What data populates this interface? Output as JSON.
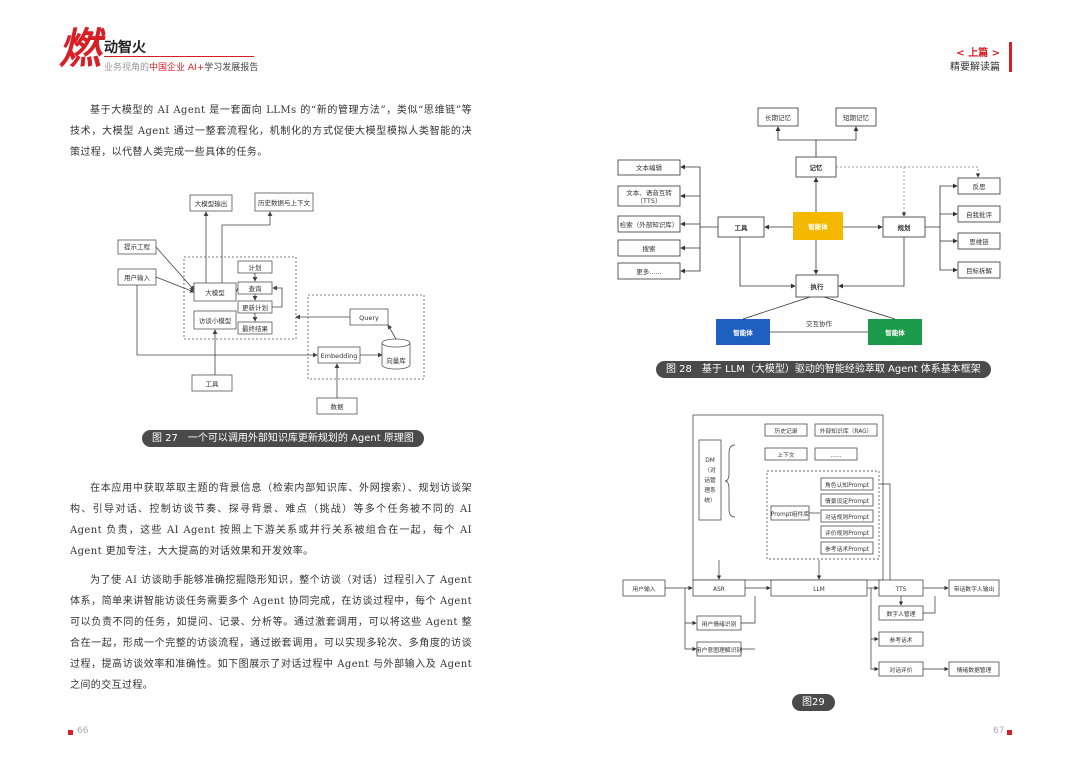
{
  "header": {
    "logo_glyph": "燃",
    "brand": "动智火",
    "subtitle_gray": "业务视角的",
    "subtitle_red": "中国企业 AI+",
    "subtitle_rest": "学习发展报告",
    "section_tag": "< 上篇 >",
    "section_title": "精要解读篇"
  },
  "left_page": {
    "para1": "基于大模型的 AI Agent 是一套面向 LLMs 的“新的管理方法”，类似“思维链”等技术，大模型 Agent 通过一整套流程化，机制化的方式促使大模型模拟人类智能的决策过程，以代替人类完成一些具体的任务。",
    "para2": "在本应用中获取萃取主题的背景信息（检索内部知识库、外网搜索）、规划访谈架构、引导对话、控制访谈节奏、探寻背景、难点（挑战）等多个任务被不同的 AI Agent 负责，这些 AI Agent 按照上下游关系或并行关系被组合在一起，每个 AI Agent 更加专注，大大提高的对话效果和开发效率。",
    "para3": "为了使 AI 访谈助手能够准确挖掘隐形知识，整个访谈（对话）过程引入了 Agent 体系，简单来讲智能访谈任务需要多个 Agent 协同完成，在访谈过程中，每个 Agent 可以负责不同的任务，如提问、记录、分析等。通过激套调用，可以将这些 Agent 整合在一起，形成一个完整的访谈流程，通过嵌套调用，可以实现多轮次、多角度的访谈过程，提高访谈效率和准确性。如下图展示了对话过程中 Agent 与外部输入及 Agent 之间的交互过程。",
    "fig27": {
      "model_output": "大模型输出",
      "history": "历史数据与上下文",
      "prompt_eng": "提示工程",
      "user_input": "用户输入",
      "llm": "大模型",
      "small_model": "访谈小模型",
      "plan": "计划",
      "query_box": "查询",
      "update_plan": "更新计划",
      "final_result": "最终结果",
      "query": "Query",
      "embedding": "Embedding",
      "vector_db": "向量库",
      "tools": "工具",
      "data": "数据",
      "caption": "图 27　一个可以调用外部知识库更新规划的 Agent 原理图"
    },
    "page_number": "66"
  },
  "right_page": {
    "fig28": {
      "long_memory": "长期记忆",
      "short_memory": "短期记忆",
      "memory": "记忆",
      "text_edit": "文本编辑",
      "tts1": "文本、语音互转",
      "tts2": "（TTS）",
      "search_kb": "检索（外部知识库）",
      "search": "搜索",
      "more": "更多......",
      "tool": "工具",
      "agent_center": "智能体",
      "plan": "规划",
      "reflect": "反思",
      "self_critique": "自我批评",
      "chain": "思维链",
      "decompose": "目标拆解",
      "exec": "执行",
      "agent_left": "智能体",
      "agent_right": "智能体",
      "collab": "交互协作",
      "caption": "图 28　基于 LLM（大模型）驱动的智能经验萃取 Agent 体系基本框架"
    },
    "fig29": {
      "history_record": "历史记录",
      "external_kb": "外部知识库（RAG）",
      "context": "上下文",
      "ellipsis": "......",
      "dm": [
        "DM",
        "（对",
        "话管",
        "理系",
        "统）"
      ],
      "prompt_manager": "Prompt组件库",
      "prompts": [
        "角色认知Prompt",
        "情景设定Prompt",
        "对话规则Prompt",
        "评价规则Prompt",
        "参考话术Prompt"
      ],
      "user_input": "用户输入",
      "asr": "ASR",
      "llm": "LLM",
      "tts": "TTS",
      "digital_output": "带话数字人输出",
      "digital_mgmt": "数字人管理",
      "ref_text": "参考话术",
      "dialog_eval": "对话评价",
      "emotion_detect": "用户情绪识别",
      "intent_detect": "用户意图理解识别",
      "sensitive_mgmt": "情绪数据管理",
      "caption": "图29"
    },
    "page_number": "67"
  }
}
